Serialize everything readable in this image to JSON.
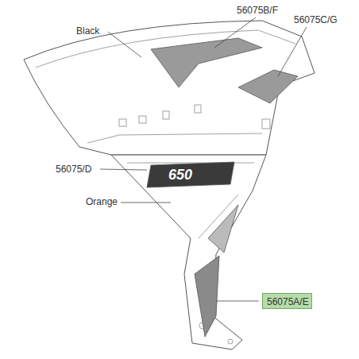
{
  "diagram": {
    "nodes": [
      {
        "text": [
          "56075A/E"
        ]
      }
    ],
    "labels": [
      "Black",
      "56075B/F",
      "56075C/G",
      "56075/D",
      "650",
      "Orange"
    ]
  }
}
